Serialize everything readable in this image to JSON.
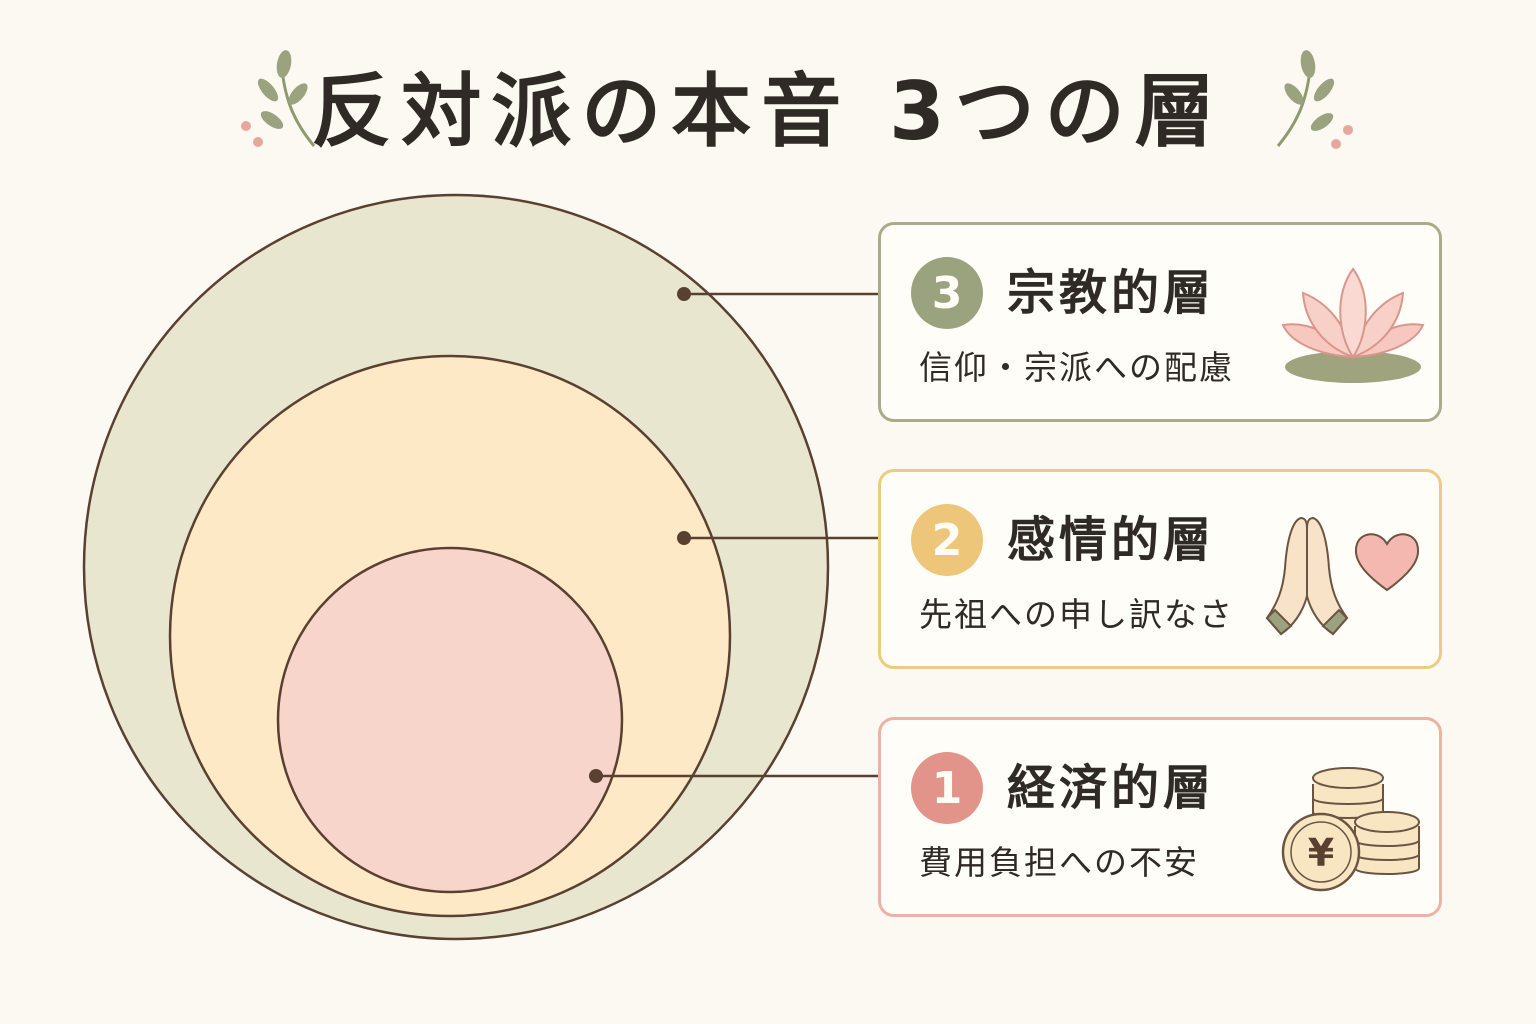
{
  "title": "反対派の本音 3つの層",
  "colors": {
    "outer_circle": "#e8e6cf",
    "middle_circle": "#fde9c6",
    "inner_circle": "#f8d5cb",
    "stroke": "#5a4030",
    "green": "#9aa27e",
    "yellow": "#eec679",
    "pink": "#e2948a"
  },
  "layers": [
    {
      "number": "3",
      "title": "宗教的層",
      "subtitle": "信仰・宗派への配慮",
      "icon": "lotus-icon"
    },
    {
      "number": "2",
      "title": "感情的層",
      "subtitle": "先祖への申し訳なさ",
      "icon": "praying-hands-heart-icon"
    },
    {
      "number": "1",
      "title": "経済的層",
      "subtitle": "費用負担への不安",
      "icon": "yen-coins-icon"
    }
  ],
  "yen_symbol": "¥"
}
